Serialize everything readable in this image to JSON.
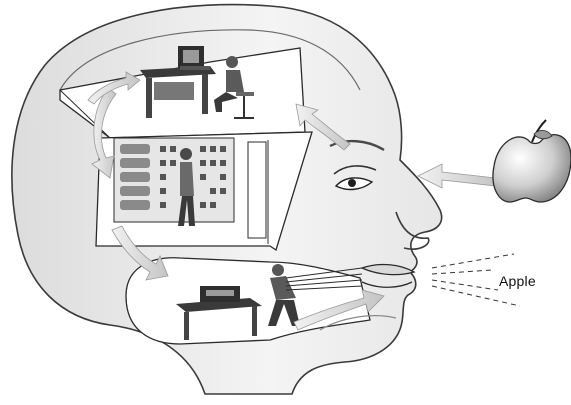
{
  "spoken_word": "Apple",
  "colors": {
    "head_fill": "#f1f1f1",
    "head_stroke": "#3a3a3a",
    "arrow_fill": "#d2d2d2",
    "dark": "#2b2b2b",
    "mid": "#8a8a8a"
  },
  "icons": [
    "head-profile",
    "apple-icon",
    "eye",
    "nose",
    "mouth",
    "desk-with-computer",
    "seated-person",
    "filing-cabinet",
    "standing-person",
    "keyboard-operator",
    "sound-lines"
  ]
}
